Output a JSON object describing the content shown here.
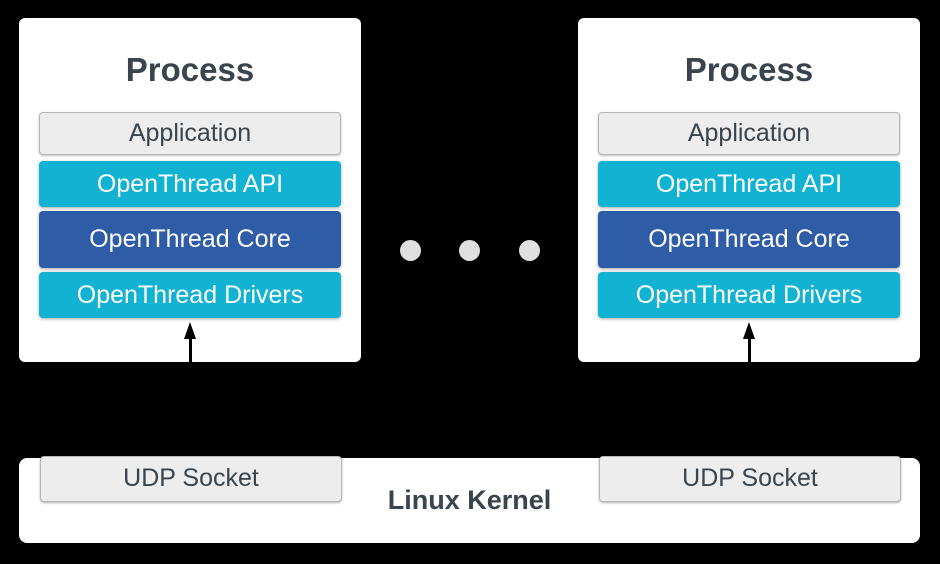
{
  "palette": {
    "background": "#000000",
    "panel": "#ffffff",
    "cyan": "#12b2d3",
    "blue": "#2f5ca6",
    "gray_fill": "#ededed",
    "gray_border": "#b2b6b9",
    "text_dark": "#3a444c",
    "text_light": "#ffffff",
    "dot": "#e0e0e0",
    "arrow": "#000000"
  },
  "processes": [
    {
      "title": "Process",
      "layers": [
        {
          "label": "Application"
        },
        {
          "label": "OpenThread API"
        },
        {
          "label": "OpenThread Core"
        },
        {
          "label": "OpenThread Drivers"
        }
      ]
    },
    {
      "title": "Process",
      "layers": [
        {
          "label": "Application"
        },
        {
          "label": "OpenThread API"
        },
        {
          "label": "OpenThread Core"
        },
        {
          "label": "OpenThread Drivers"
        }
      ]
    }
  ],
  "separator": {
    "dot_count": 3
  },
  "kernel": {
    "label": "Linux Kernel",
    "sockets": [
      {
        "label": "UDP Socket"
      },
      {
        "label": "UDP Socket"
      }
    ]
  }
}
